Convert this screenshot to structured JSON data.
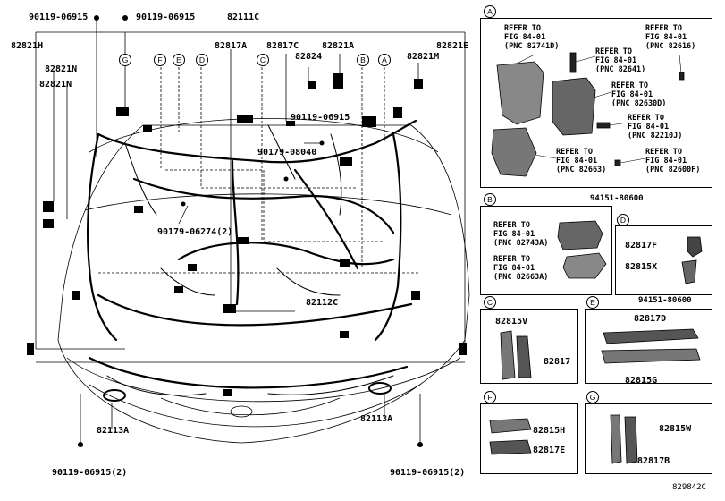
{
  "figure_id": "829842C",
  "main_labels": {
    "bolt_tl": "90119-06915",
    "bolt_tl2": "90119-06915",
    "p82111c": "82111C",
    "p82821h": "82821H",
    "p82821n_a": "82821N",
    "p82821n_b": "82821N",
    "p82817a": "82817A",
    "p82817c": "82817C",
    "p82824": "82824",
    "p82821a": "82821A",
    "p82821m": "82821M",
    "p82821e": "82821E",
    "bolt_mid": "90119-06915",
    "bolt_90179_08040": "90179-08040",
    "bolt_90179_06274": "90179-06274(2)",
    "p82112c": "82112C",
    "p82113a_l": "82113A",
    "p82113a_r": "82113A",
    "bolt_bl": "90119-06915(2)",
    "bolt_br": "90119-06915(2)"
  },
  "main_callouts": [
    "G",
    "F",
    "E",
    "D",
    "C",
    "B",
    "A"
  ],
  "panels": {
    "A": {
      "tag": "A",
      "refs": [
        "REFER TO\nFIG 84-01\n(PNC 82741D)",
        "REFER TO\nFIG 84-01\n(PNC 82641)",
        "REFER TO\nFIG 84-01\n(PNC 82616)",
        "REFER TO\nFIG 84-01\n(PNC 82630D)",
        "REFER TO\nFIG 84-01\n(PNC 82210J)",
        "REFER TO\nFIG 84-01\n(PNC 82663)",
        "REFER TO\nFIG 84-01\n(PNC 82600F)"
      ]
    },
    "B": {
      "tag": "B",
      "refs": [
        "REFER TO\nFIG 84-01\n(PNC 82743A)",
        "REFER TO\nFIG 84-01\n(PNC 82663A)"
      ]
    },
    "C": {
      "tag": "C",
      "parts": [
        "82815V",
        "82817"
      ]
    },
    "D": {
      "tag": "D",
      "parts": [
        "82817F",
        "82815X"
      ],
      "bolt": "94151-80600"
    },
    "E": {
      "tag": "E",
      "parts": [
        "82817D",
        "82815G"
      ],
      "bolt": "94151-80600"
    },
    "F": {
      "tag": "F",
      "parts": [
        "82815H",
        "82817E"
      ]
    },
    "G": {
      "tag": "G",
      "parts": [
        "82815W",
        "82817B"
      ]
    }
  }
}
